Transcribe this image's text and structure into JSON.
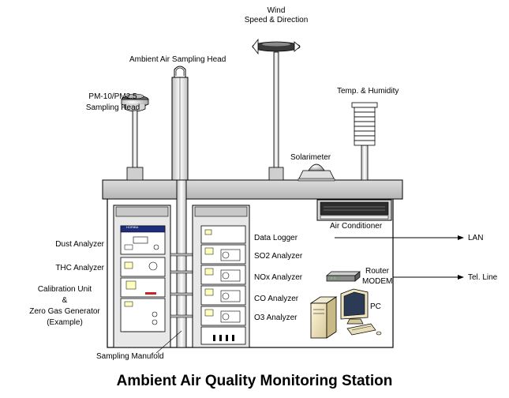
{
  "title": "Ambient Air Quality Monitoring Station",
  "labels": {
    "wind_line1": "Wind",
    "wind_line2": "Speed & Direction",
    "sampling_head": "Ambient Air Sampling Head",
    "pm_line1": "PM-10/PM2.5",
    "pm_line2": "Sampling Head",
    "temp_humidity": "Temp. & Humidity",
    "solarimeter": "Solarimeter",
    "air_conditioner": "Air Conditioner",
    "dust_analyzer": "Dust Analyzer",
    "thc_analyzer": "THC Analyzer",
    "calibration_line1": "Calibration Unit",
    "calibration_line2": "&",
    "calibration_line3": "Zero Gas Generator",
    "calibration_line4": "(Example)",
    "sampling_manifold": "Sampling Manufold",
    "data_logger": "Data Logger",
    "so2_analyzer": "SO2 Analyzer",
    "nox_analyzer": "NOx Analyzer",
    "co_analyzer": "CO Analyzer",
    "o3_analyzer": "O3 Analyzer",
    "router": "Router",
    "modem": "MODEM",
    "pc": "PC",
    "lan": "LAN",
    "tel_line": "Tel. Line",
    "horiba": "HORIBA"
  },
  "colors": {
    "roof": "#c8c8c8",
    "cabinet_frame": "#e6e6e6",
    "panel_yellow": "#ffffc0",
    "stroke": "#000000"
  }
}
